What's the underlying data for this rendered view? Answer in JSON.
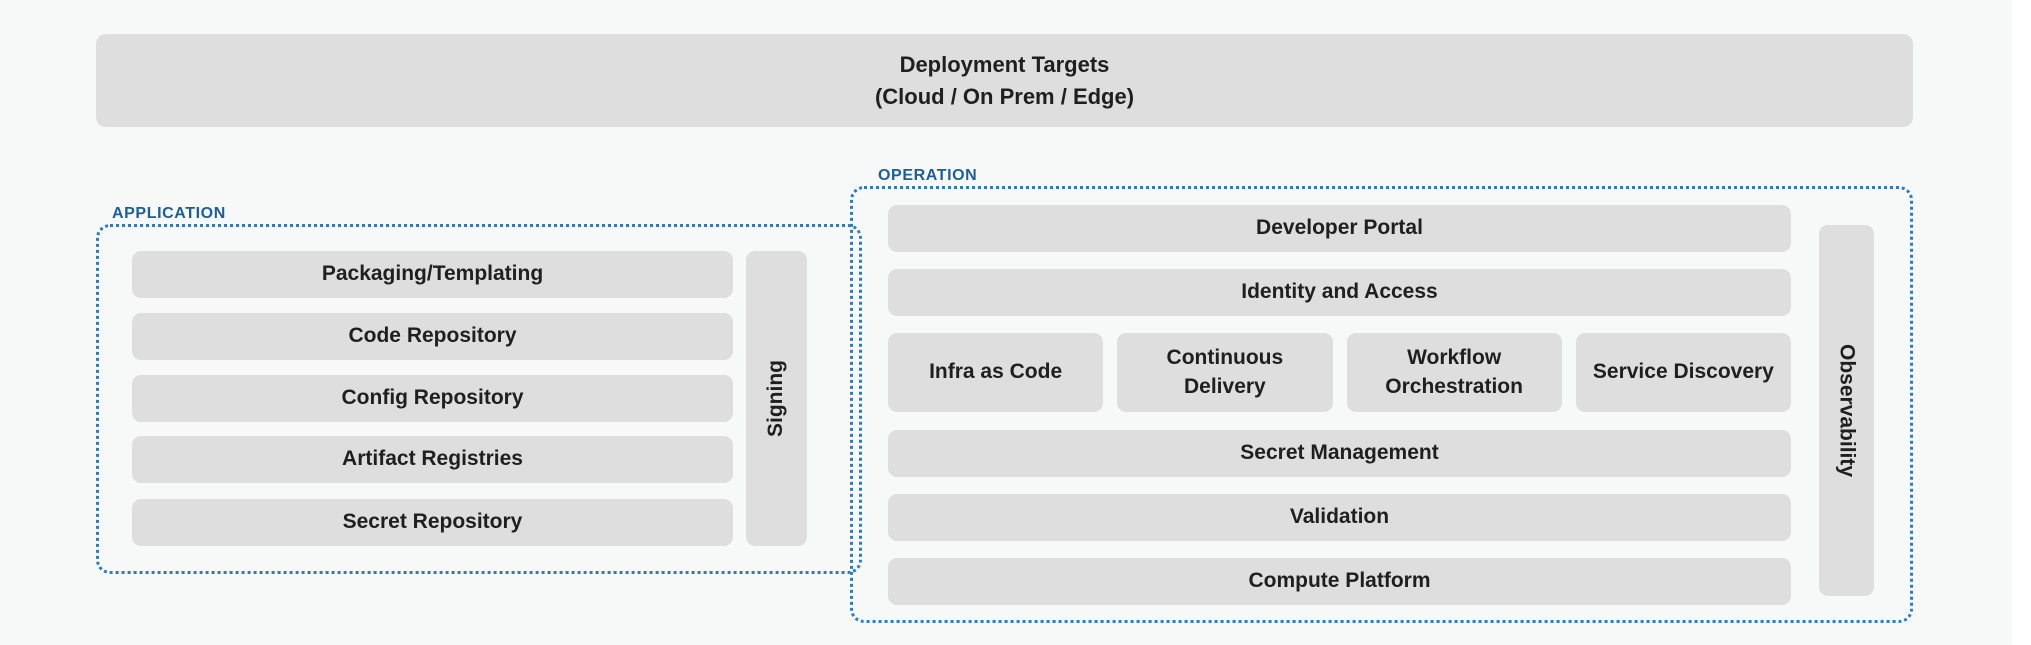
{
  "diagram": {
    "background_color": "#f7f8f8",
    "box_color": "#dedede",
    "group_border_color": "#2b7cc4",
    "group_label_color": "#1c5e99",
    "text_color": "#1f1f1f",
    "deployment_targets": {
      "title": "Deployment Targets",
      "subtitle": "(Cloud / On Prem / Edge)"
    },
    "groups": {
      "application": {
        "label": "APPLICATION",
        "items": [
          "Packaging/Templating",
          "Code Repository",
          "Config Repository",
          "Artifact Registries",
          "Secret Repository"
        ],
        "side_rail": "Signing"
      },
      "operation": {
        "label": "OPERATION",
        "top_items": [
          "Developer Portal",
          "Identity and Access"
        ],
        "quad_items": [
          "Infra as Code",
          "Continuous Delivery",
          "Workflow Orchestration",
          "Service Discovery"
        ],
        "bottom_items": [
          "Secret Management",
          "Validation",
          "Compute Platform"
        ],
        "side_rail": "Observability"
      }
    }
  }
}
